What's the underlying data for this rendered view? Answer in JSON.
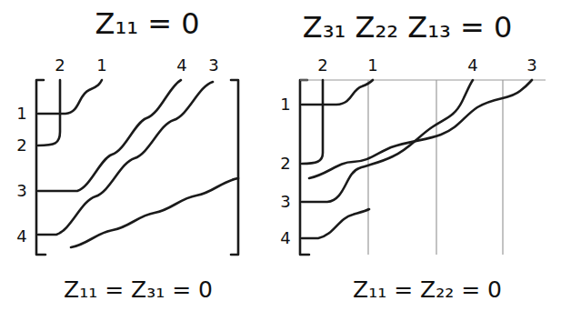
{
  "diagram": {
    "labels": [
      "Z₁₁ = 0",
      "Z₃₁ Z₂₂ Z₁₃ = 0",
      "2",
      "1",
      "4",
      "3",
      "1",
      "2",
      "3",
      "4",
      "Z₁₁ = Z₃₁ = 0",
      "2",
      "1",
      "4",
      "3",
      "1",
      "2",
      "3",
      "4",
      "Z₁₁ = Z₂₂ = 0"
    ]
  }
}
